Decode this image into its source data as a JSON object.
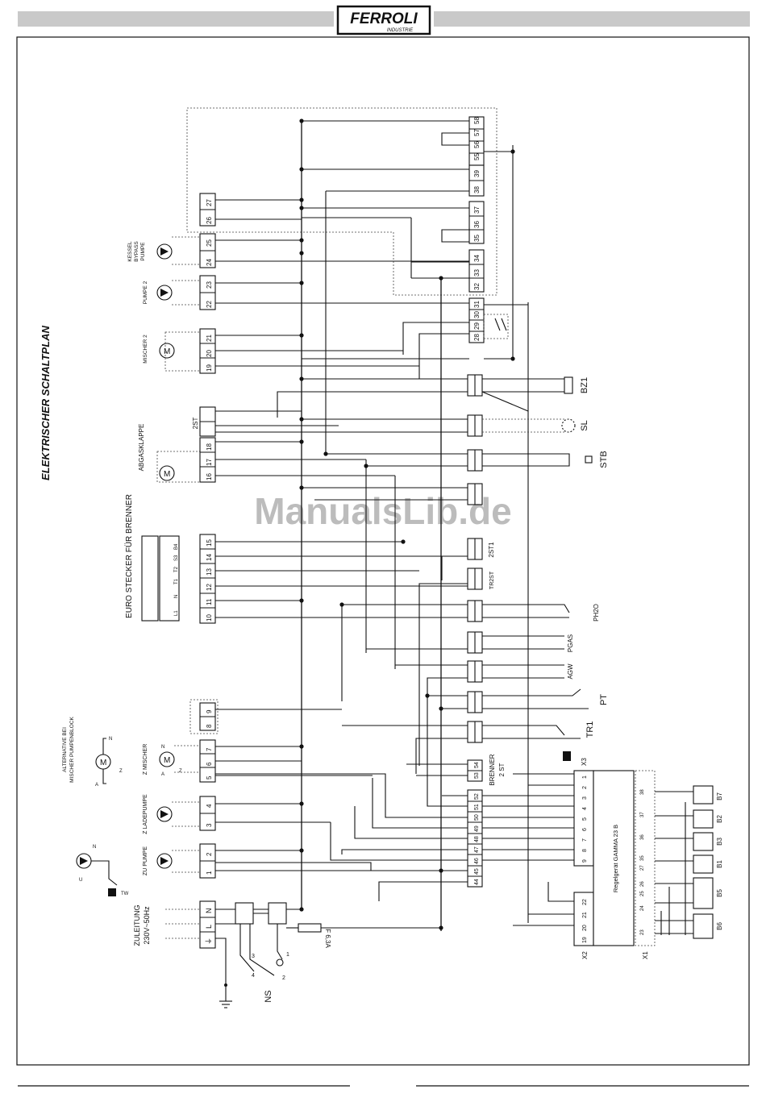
{
  "header": {
    "brand": "FERROLI",
    "brand_sub": "INDUSTRIE"
  },
  "watermark": "ManualsLib.de",
  "title": "ELEKTRISCHER SCHALTPLAN",
  "labels": {
    "euro_stecker": "EURO STECKER FÜR BRENNER",
    "abgasklappe": "ABGASKLAPPE",
    "kessel_bypass": [
      "KESSEL",
      "BYPASS",
      "PUMPE"
    ],
    "pumpe2": "PUMPE 2",
    "mischer2": "MISCHER 2",
    "zu_pumpe": "ZU PUMPE",
    "z_ladepumpe": "Z LADEPUMPE",
    "z_mischer": "Z MISCHER",
    "alternative": [
      "ALTERNATIVE BEI",
      "MISCHER PUMPENBLOCK"
    ],
    "zuleitung": [
      "ZULEITUNG",
      "230V~50Hz"
    ],
    "ns": "NS",
    "fuse": "F 6,3A",
    "bz1": "BZ1",
    "sl": "SL",
    "stb": "STB",
    "twost1": "2ST1",
    "tr2st": "TR2ST",
    "ph2o": "PH2O",
    "pgas": "PGAS",
    "agw": "AGW",
    "pt": "PT",
    "tr1": "TR1",
    "brenner": [
      "BRENNER",
      "2 ST"
    ],
    "x3": "X3",
    "x2": "X2",
    "x1": "X1",
    "tw": "TW",
    "regelgeraet": "Regelgerät GAMMA 23 B",
    "twost": "2ST",
    "b_labels": [
      "B7",
      "B2",
      "B3",
      "B1",
      "B5",
      "B6"
    ]
  },
  "terminals": {
    "top_right": [
      "55",
      "56",
      "57",
      "58"
    ],
    "t38_39": [
      "38",
      "39"
    ],
    "t35_37": [
      "35",
      "36",
      "37"
    ],
    "t32_34": [
      "32",
      "33",
      "34"
    ],
    "t28_31": [
      "28",
      "29",
      "30",
      "31"
    ],
    "t26_27": [
      "26",
      "27"
    ],
    "t24_25": [
      "24",
      "25"
    ],
    "t22_23": [
      "22",
      "23"
    ],
    "t19_21": [
      "19",
      "20",
      "21"
    ],
    "t16_18": [
      "16",
      "17",
      "18"
    ],
    "t10_15": [
      "10",
      "11",
      "12",
      "13",
      "14",
      "15"
    ],
    "t8_9": [
      "8",
      "9"
    ],
    "t5_7": [
      "5",
      "6",
      "7"
    ],
    "t3_4": [
      "3",
      "4"
    ],
    "t1_2": [
      "1",
      "2"
    ],
    "zuleitung": [
      "N",
      "L",
      "⏚"
    ],
    "brenner_53_54": [
      "53",
      "54"
    ],
    "row_44_52": [
      "44",
      "45",
      "46",
      "47",
      "48",
      "49",
      "50",
      "51",
      "52"
    ],
    "x3_pins": [
      "9",
      "8",
      "7",
      "6",
      "5",
      "4",
      "3",
      "2",
      "1"
    ],
    "x2_pins": [
      "19",
      "20",
      "21",
      "22"
    ],
    "x1_pins": [
      "23",
      "24",
      "25",
      "26",
      "27",
      "35",
      "36",
      "37",
      "38"
    ],
    "euro_pins": [
      "L1",
      "N",
      "T1",
      "T2",
      "S3",
      "B4"
    ]
  },
  "misc": {
    "n_letter": "N",
    "u_letter": "U",
    "l_letter": "L",
    "a_letter": "A",
    "z_letter": "Z",
    "m_letter": "M",
    "switch_nums": [
      "1",
      "2",
      "3",
      "4"
    ]
  }
}
